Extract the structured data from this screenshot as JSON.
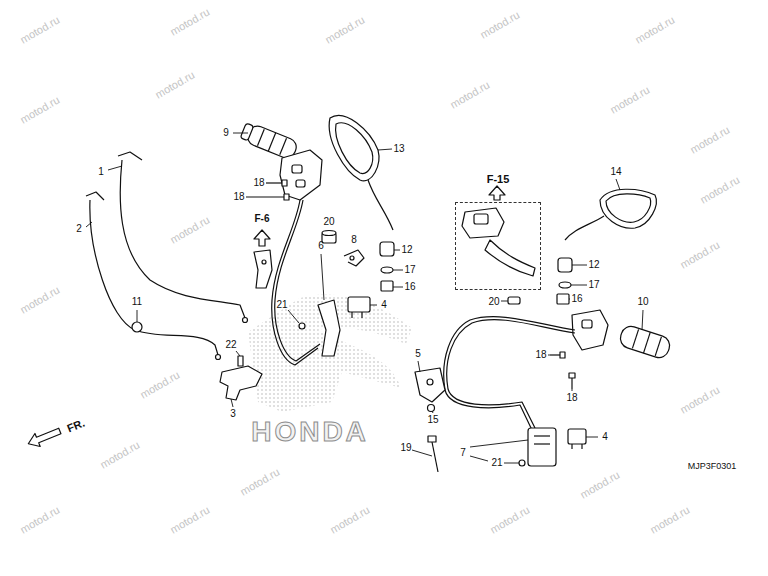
{
  "diagram": {
    "nodes": [
      {
        "text": [
          "F-15"
        ]
      }
    ],
    "labels": [
      "9",
      "13",
      "1",
      "18",
      "18",
      "2",
      "F-6",
      "20",
      "8",
      "12",
      "17",
      "16",
      "6",
      "4",
      "21",
      "11",
      "22",
      "3",
      "14",
      "12",
      "17",
      "16",
      "20",
      "10",
      "5",
      "18",
      "18",
      "15",
      "4",
      "19",
      "7",
      "21",
      "MJP3F0301",
      "FR.",
      "HONDA",
      "motod.ru",
      "motod.ru",
      "motod.ru",
      "motod.ru",
      "motod.ru",
      "motod.ru",
      "motod.ru",
      "motod.ru",
      "motod.ru",
      "motod.ru",
      "motod.ru",
      "motod.ru",
      "motod.ru",
      "motod.ru",
      "motod.ru",
      "motod.ru",
      "motod.ru",
      "motod.ru",
      "motod.ru",
      "motod.ru",
      "motod.ru",
      "motod.ru",
      "motod.ru",
      "motod.ru"
    ]
  }
}
